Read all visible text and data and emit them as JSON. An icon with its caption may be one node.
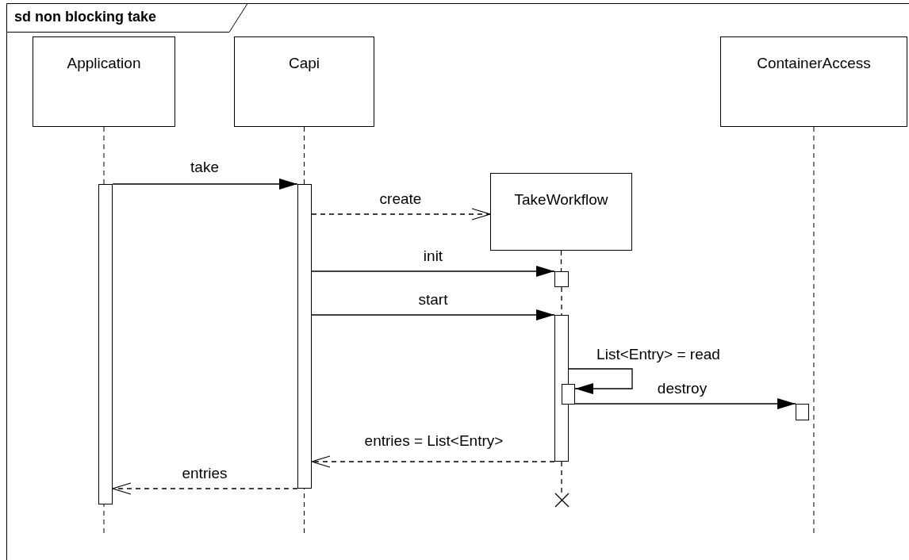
{
  "diagram": {
    "title": "sd non blocking take",
    "nodes": [
      {
        "text": [
          "Application"
        ]
      },
      {
        "text": [
          "Capi"
        ]
      },
      {
        "text": [
          "ContainerAccess"
        ]
      },
      {
        "text": [
          "TakeWorkflow"
        ]
      },
      {
        "text": [],
        "shape": "bar"
      },
      {
        "text": [],
        "shape": "bar"
      },
      {
        "text": [],
        "shape": "bar"
      },
      {
        "text": [],
        "shape": "bar"
      },
      {
        "text": [],
        "shape": "bar"
      },
      {
        "text": [],
        "shape": "bar"
      },
      {
        "text": [],
        "shape": "cross"
      }
    ],
    "edges": [
      {
        "from": 4,
        "to": 5,
        "arrow": "to",
        "label": "take"
      },
      {
        "from": 5,
        "to": 3,
        "arrow": "to",
        "label": "create",
        "style": "dashed"
      },
      {
        "from": 5,
        "to": 6,
        "arrow": "to",
        "label": "init"
      },
      {
        "from": 5,
        "to": 7,
        "arrow": "to",
        "label": "start"
      },
      {
        "from": 7,
        "to": 8,
        "arrow": "to",
        "label": "List<Entry> = read"
      },
      {
        "from": 7,
        "to": 9,
        "arrow": "to",
        "label": "destroy"
      },
      {
        "from": 7,
        "to": 5,
        "arrow": "to",
        "label": "entries = List<Entry>",
        "style": "dashed"
      },
      {
        "from": 5,
        "to": 4,
        "arrow": "to",
        "label": "entries",
        "style": "dashed"
      },
      {
        "from": 3,
        "to": 6,
        "arrow": "none",
        "style": "dashed"
      },
      {
        "from": 6,
        "to": 7,
        "arrow": "none",
        "style": "dashed"
      },
      {
        "from": 7,
        "to": 10,
        "arrow": "none",
        "style": "dashed"
      }
    ]
  }
}
